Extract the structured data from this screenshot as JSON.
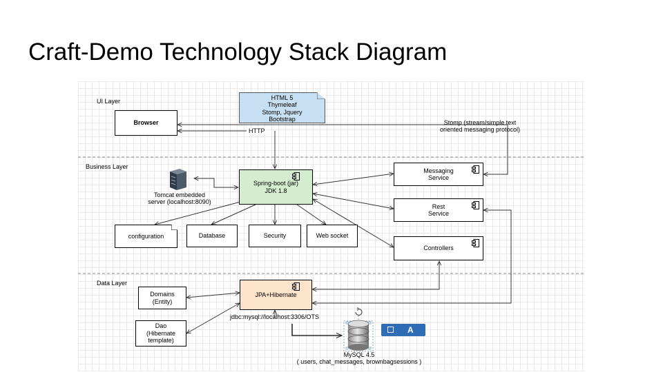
{
  "slide": {
    "title": "Craft-Demo Technology Stack Diagram"
  },
  "diagram": {
    "layers": {
      "ui": "UI Layer",
      "business": "Business Layer",
      "data": "Data Layer"
    },
    "note": [
      "HTML 5",
      "Thymeleaf",
      "Stomp, Jquery",
      "Bootstrap"
    ],
    "browser": "Browser",
    "http": "HTTP",
    "stomp": [
      "Stomp (stream/simple text",
      "oriented messaging protocol)"
    ],
    "spring": [
      "Spring-boot (jar)",
      "JDK 1.8"
    ],
    "tomcat": [
      "Tomcat embedded",
      "server (localhost:8090)"
    ],
    "configuration": "configuration",
    "database": "Database",
    "security": "Security",
    "websocket": "Web socket",
    "messaging": [
      "Messaging",
      "Service"
    ],
    "rest": [
      "Rest",
      "Service"
    ],
    "controllers": "Controllers",
    "jpa": "JPA+Hibernate",
    "domains": [
      "Domains",
      "(Entity)"
    ],
    "dao": [
      "Dao",
      "(Hibernate",
      "template)"
    ],
    "jdbc": "jdbc:mysql://localhost:3306/OTS",
    "mysql": [
      "MySQL 4.5",
      "( users, chat_messages, brownbagsessions )"
    ],
    "toolbar_a": "A"
  },
  "colors": {
    "note": "#c7dff2",
    "spring": "#d5edcf",
    "jpa": "#fce4cc",
    "toolbar": "#2f6db4"
  }
}
